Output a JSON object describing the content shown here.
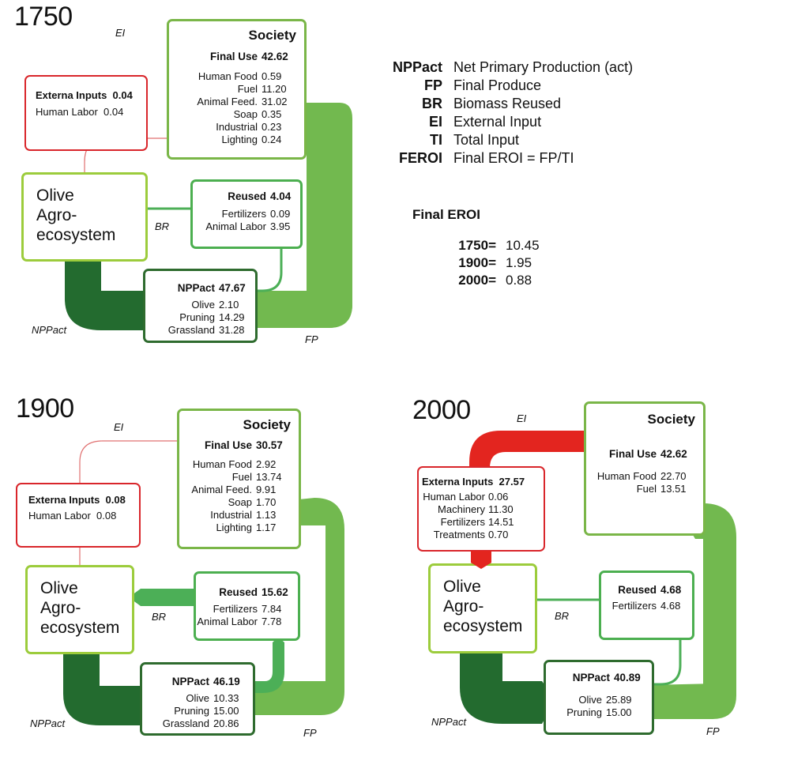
{
  "legend": {
    "items": [
      {
        "abbr": "NPPact",
        "desc": "Net Primary Production (act)"
      },
      {
        "abbr": "FP",
        "desc": "Final Produce"
      },
      {
        "abbr": "BR",
        "desc": "Biomass Reused"
      },
      {
        "abbr": "EI",
        "desc": "External Input"
      },
      {
        "abbr": "TI",
        "desc": "Total Input"
      },
      {
        "abbr": "FEROI",
        "desc": "Final EROI = FP/TI"
      }
    ]
  },
  "final_eroi": {
    "title": "Final EROI",
    "rows": [
      {
        "year": "1750=",
        "value": "10.45"
      },
      {
        "year": "1900=",
        "value": "1.95"
      },
      {
        "year": "2000=",
        "value": "0.88"
      }
    ]
  },
  "flow_labels": {
    "ei": "EI",
    "br": "BR",
    "npp": "NPPact",
    "fp": "FP"
  },
  "colors": {
    "society": "#7ab648",
    "external": "#d9262b",
    "agro": "#9ccc3c",
    "reused": "#4caf50",
    "npp": "#2e6b2e",
    "fp_flow": "#72b94f",
    "npp_flow": "#236b2f",
    "br_flow": "#4caf57",
    "ei_flow": "#e3251f"
  },
  "panels": [
    {
      "year": "1750",
      "society": {
        "title": "Society",
        "final_use_label": "Final Use",
        "final_use_value": "42.62",
        "items": [
          {
            "label": "Human Food",
            "value": "0.59"
          },
          {
            "label": "Fuel",
            "value": "11.20"
          },
          {
            "label": "Animal Feed.",
            "value": "31.02"
          },
          {
            "label": "Soap",
            "value": "0.35"
          },
          {
            "label": "Industrial",
            "value": "0.23"
          },
          {
            "label": "Lighting",
            "value": "0.24"
          }
        ]
      },
      "external": {
        "title": "Externa Inputs",
        "value": "0.04",
        "items": [
          {
            "label": "Human Labor",
            "value": "0.04"
          }
        ]
      },
      "agro": {
        "line1": "Olive",
        "line2": "Agro-",
        "line3": "ecosystem"
      },
      "reused": {
        "title": "Reused",
        "value": "4.04",
        "items": [
          {
            "label": "Fertilizers",
            "value": "0.09"
          },
          {
            "label": "Animal Labor",
            "value": "3.95"
          }
        ]
      },
      "npp": {
        "title": "NPPact",
        "value": "47.67",
        "items": [
          {
            "label": "Olive",
            "value": "2.10"
          },
          {
            "label": "Pruning",
            "value": "14.29"
          },
          {
            "label": "Grassland",
            "value": "31.28"
          }
        ]
      }
    },
    {
      "year": "1900",
      "society": {
        "title": "Society",
        "final_use_label": "Final Use",
        "final_use_value": "30.57",
        "items": [
          {
            "label": "Human Food",
            "value": "2.92"
          },
          {
            "label": "Fuel",
            "value": "13.74"
          },
          {
            "label": "Animal Feed.",
            "value": "9.91"
          },
          {
            "label": "Soap",
            "value": "1.70"
          },
          {
            "label": "Industrial",
            "value": "1.13"
          },
          {
            "label": "Lighting",
            "value": "1.17"
          }
        ]
      },
      "external": {
        "title": "Externa Inputs",
        "value": "0.08",
        "items": [
          {
            "label": "Human Labor",
            "value": "0.08"
          }
        ]
      },
      "agro": {
        "line1": "Olive",
        "line2": "Agro-",
        "line3": "ecosystem"
      },
      "reused": {
        "title": "Reused",
        "value": "15.62",
        "items": [
          {
            "label": "Fertilizers",
            "value": "7.84"
          },
          {
            "label": "Animal Labor",
            "value": "7.78"
          }
        ]
      },
      "npp": {
        "title": "NPPact",
        "value": "46.19",
        "items": [
          {
            "label": "Olive",
            "value": "10.33"
          },
          {
            "label": "Pruning",
            "value": "15.00"
          },
          {
            "label": "Grassland",
            "value": "20.86"
          }
        ]
      }
    },
    {
      "year": "2000",
      "society": {
        "title": "Society",
        "final_use_label": "Final Use",
        "final_use_value": "42.62",
        "items": [
          {
            "label": "Human Food",
            "value": "22.70"
          },
          {
            "label": "Fuel",
            "value": "13.51"
          }
        ]
      },
      "external": {
        "title": "Externa Inputs",
        "value": "27.57",
        "items": [
          {
            "label": "Human Labor",
            "value": "0.06"
          },
          {
            "label": "Machinery",
            "value": "11.30"
          },
          {
            "label": "Fertilizers",
            "value": "14.51"
          },
          {
            "label": "Treatments",
            "value": "0.70"
          }
        ]
      },
      "agro": {
        "line1": "Olive",
        "line2": "Agro-",
        "line3": "ecosystem"
      },
      "reused": {
        "title": "Reused",
        "value": "4.68",
        "items": [
          {
            "label": "Fertilizers",
            "value": "4.68"
          }
        ]
      },
      "npp": {
        "title": "NPPact",
        "value": "40.89",
        "items": [
          {
            "label": "Olive",
            "value": "25.89"
          },
          {
            "label": "Pruning",
            "value": "15.00"
          }
        ]
      }
    }
  ]
}
